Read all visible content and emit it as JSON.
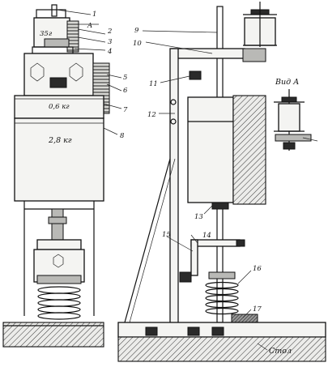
{
  "figure": {
    "left_view": {
      "weight_upper": "35г",
      "weight_mid": "0,6 кг",
      "weight_main": "2,8 кг",
      "section_marker": "A"
    },
    "right_view": {
      "table_label": "Стол"
    },
    "inset": {
      "title": "Вид А"
    },
    "callouts": [
      "1",
      "2",
      "3",
      "4",
      "5",
      "6",
      "7",
      "8",
      "9",
      "10",
      "11",
      "12",
      "13",
      "14",
      "15",
      "16",
      "17"
    ]
  }
}
